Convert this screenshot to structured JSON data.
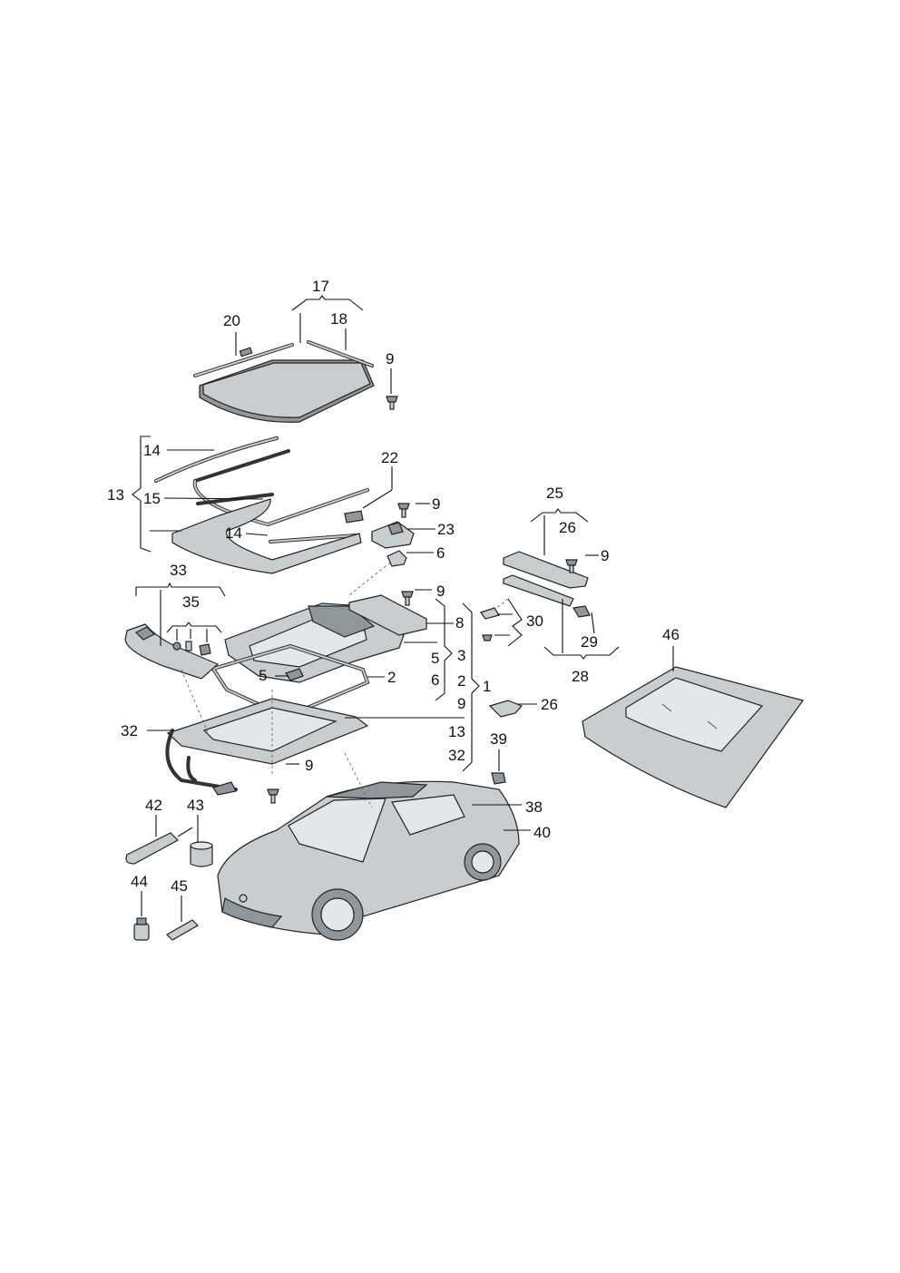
{
  "diagram": {
    "callouts": [
      {
        "id": "c17",
        "text": "17"
      },
      {
        "id": "c18",
        "text": "18"
      },
      {
        "id": "c20",
        "text": "20"
      },
      {
        "id": "c9a",
        "text": "9"
      },
      {
        "id": "c14a",
        "text": "14"
      },
      {
        "id": "c13a",
        "text": "13"
      },
      {
        "id": "c15",
        "text": "15"
      },
      {
        "id": "c14b",
        "text": "14"
      },
      {
        "id": "c22",
        "text": "22"
      },
      {
        "id": "c9b",
        "text": "9"
      },
      {
        "id": "c23",
        "text": "23"
      },
      {
        "id": "c6a",
        "text": "6"
      },
      {
        "id": "c33",
        "text": "33"
      },
      {
        "id": "c35",
        "text": "35"
      },
      {
        "id": "c9c",
        "text": "9"
      },
      {
        "id": "c8",
        "text": "8"
      },
      {
        "id": "c5a",
        "text": "5"
      },
      {
        "id": "c3",
        "text": "3"
      },
      {
        "id": "c5b",
        "text": "5"
      },
      {
        "id": "c2a",
        "text": "2"
      },
      {
        "id": "c6b",
        "text": "6"
      },
      {
        "id": "c2b",
        "text": "2"
      },
      {
        "id": "c1",
        "text": "1"
      },
      {
        "id": "c9d",
        "text": "9"
      },
      {
        "id": "c32a",
        "text": "32"
      },
      {
        "id": "c13b",
        "text": "13"
      },
      {
        "id": "c32b",
        "text": "32"
      },
      {
        "id": "c9e",
        "text": "9"
      },
      {
        "id": "c25",
        "text": "25"
      },
      {
        "id": "c26a",
        "text": "26"
      },
      {
        "id": "c9f",
        "text": "9"
      },
      {
        "id": "c30",
        "text": "30"
      },
      {
        "id": "c29",
        "text": "29"
      },
      {
        "id": "c28",
        "text": "28"
      },
      {
        "id": "c26b",
        "text": "26"
      },
      {
        "id": "c39",
        "text": "39"
      },
      {
        "id": "c38",
        "text": "38"
      },
      {
        "id": "c40",
        "text": "40"
      },
      {
        "id": "c46",
        "text": "46"
      },
      {
        "id": "c42",
        "text": "42"
      },
      {
        "id": "c43",
        "text": "43"
      },
      {
        "id": "c44",
        "text": "44"
      },
      {
        "id": "c45",
        "text": "45"
      }
    ]
  }
}
